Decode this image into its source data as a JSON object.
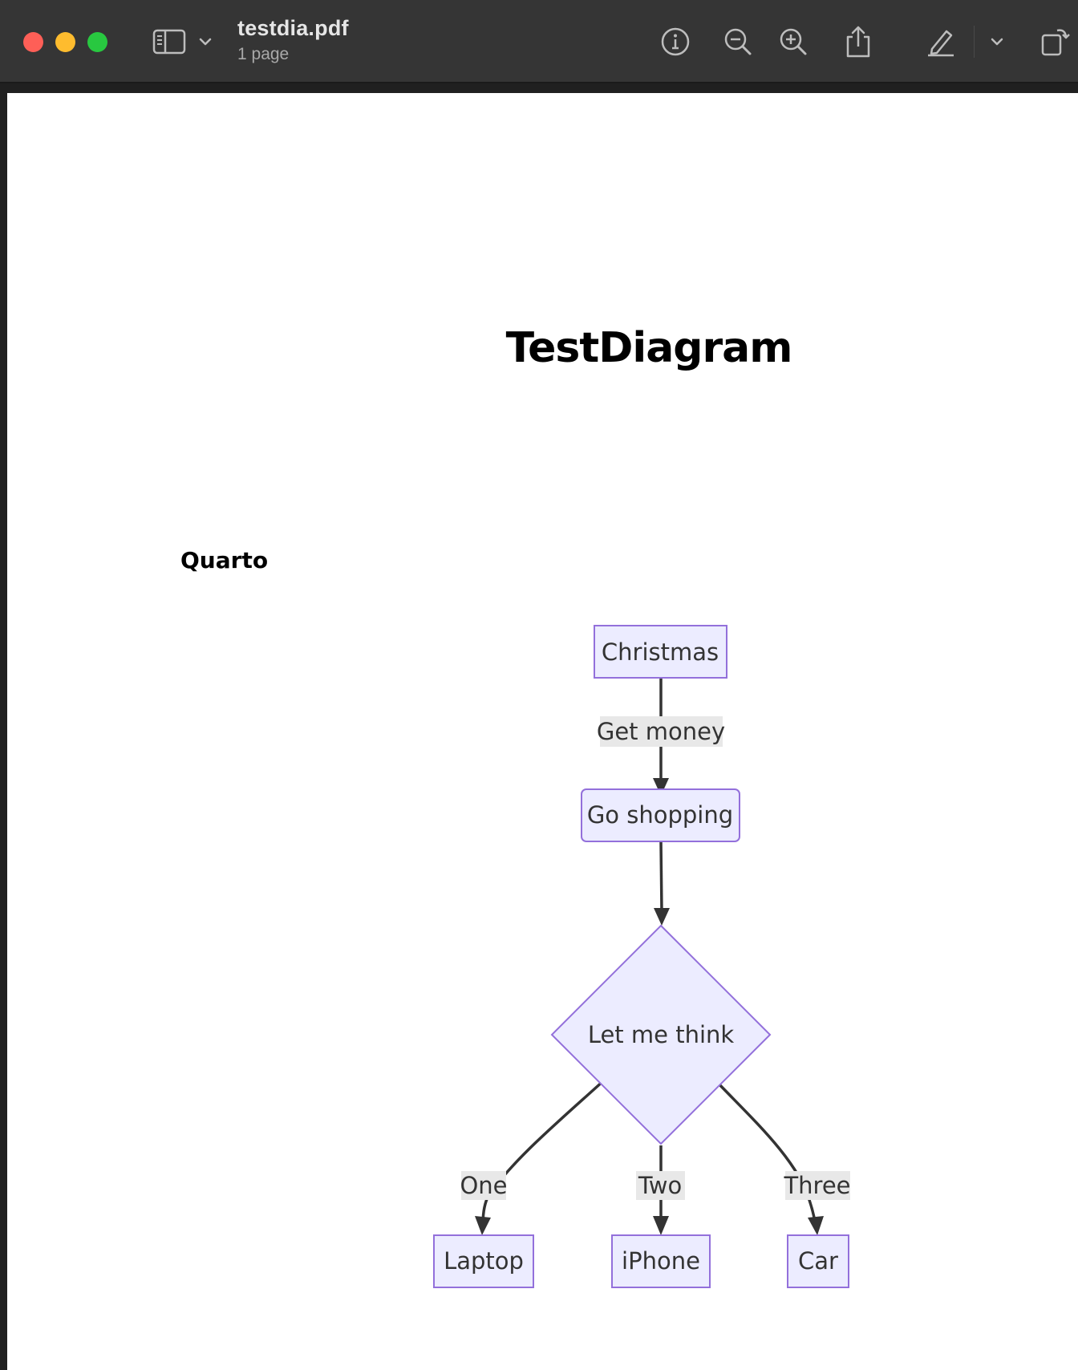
{
  "window": {
    "title": "testdia.pdf",
    "subtitle": "1 page"
  },
  "toolbar": {
    "icons": [
      "sidebar-icon",
      "chevron-down-icon",
      "info-icon",
      "zoom-out-icon",
      "zoom-in-icon",
      "share-icon",
      "markup-pen-icon",
      "chevron-down-icon",
      "rotate-icon"
    ]
  },
  "document": {
    "title": "TestDiagram",
    "author": "Quarto"
  },
  "diagram": {
    "node_fill": "#ECECFF",
    "node_stroke": "#9370DB",
    "edge_color": "#333333",
    "label_bg": "#E8E8E8",
    "nodes": {
      "christmas": "Christmas",
      "shopping": "Go shopping",
      "think": "Let me think",
      "laptop": "Laptop",
      "iphone": "iPhone",
      "car": "Car"
    },
    "edges": {
      "get_money": "Get money",
      "one": "One",
      "two": "Two",
      "three": "Three"
    }
  }
}
